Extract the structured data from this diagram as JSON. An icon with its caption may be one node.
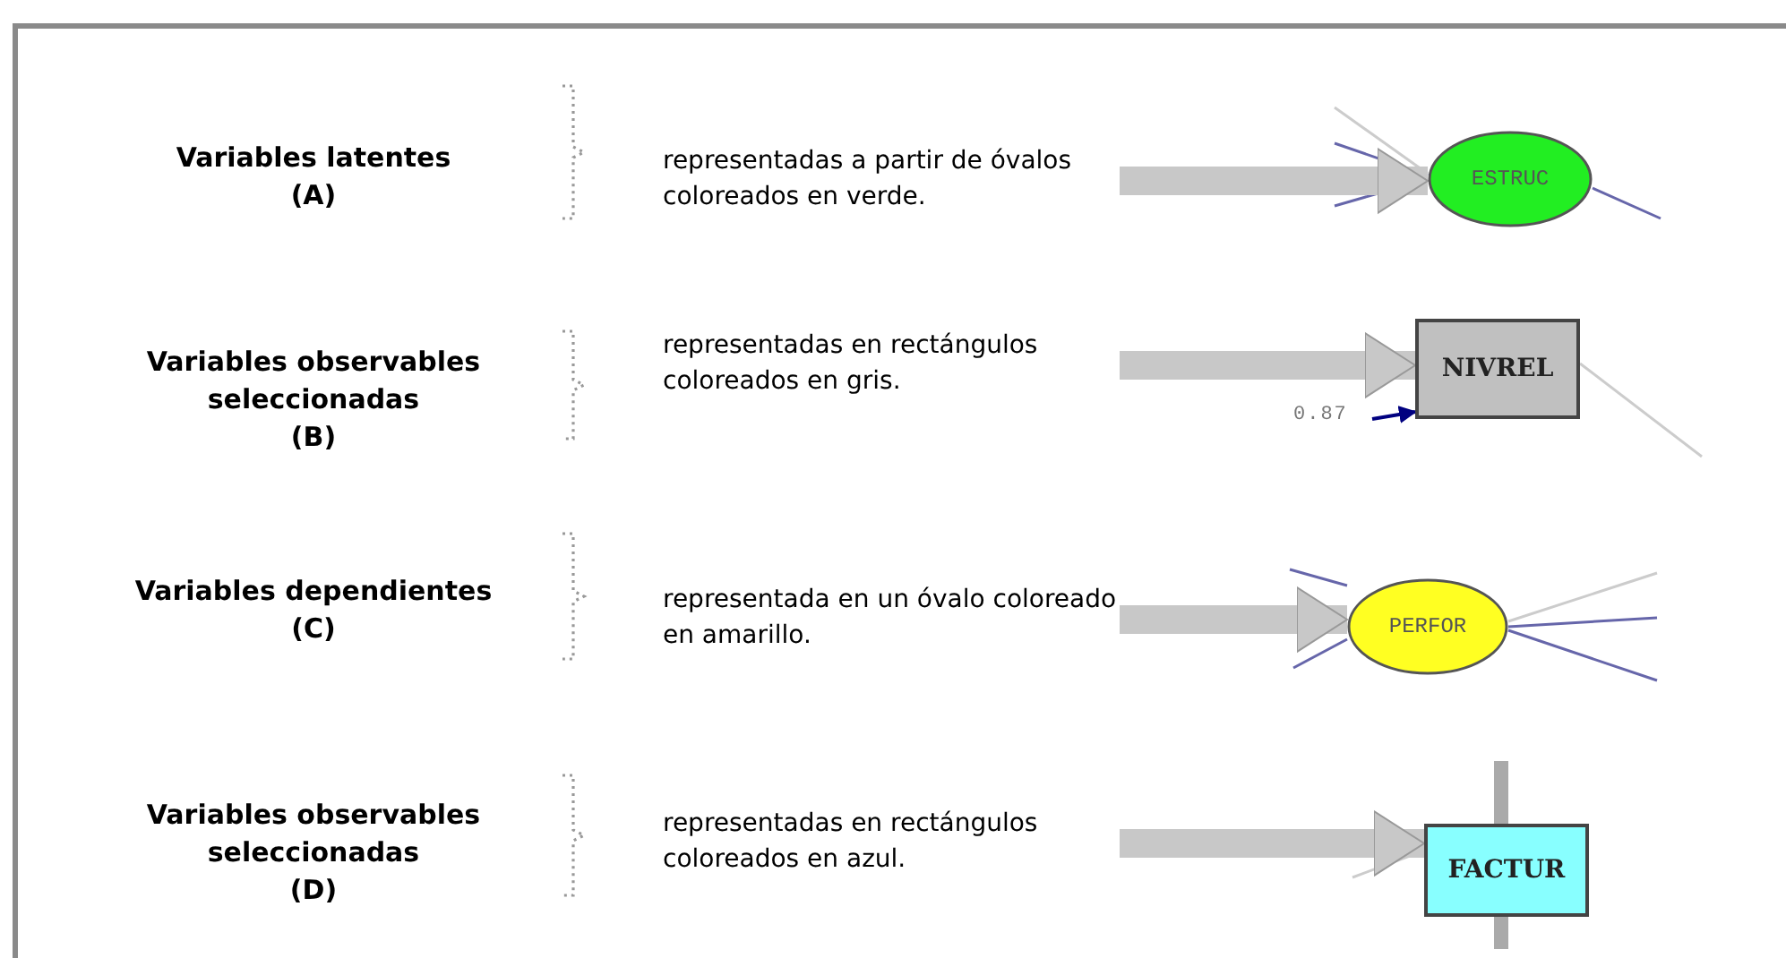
{
  "diagram": {
    "nodes": [
      {
        "text": [
          "Variables latentes",
          "(A)"
        ]
      },
      {
        "text": [
          "representadas a partir de óvalos coloreados en verde."
        ]
      },
      {
        "text": [
          "ESTRUC"
        ]
      },
      {
        "text": [
          "Variables observables seleccionadas",
          "(B)"
        ]
      },
      {
        "text": [
          "representadas en rectángulos coloreados en gris."
        ]
      },
      {
        "text": [
          "0.87"
        ]
      },
      {
        "text": [
          "NIVREL"
        ]
      },
      {
        "text": [
          "Variables dependientes",
          "(C)"
        ]
      },
      {
        "text": [
          "representada en un óvalo coloreado en amarillo."
        ]
      },
      {
        "text": [
          "PERFOR"
        ]
      },
      {
        "text": [
          "Variables observables seleccionadas",
          "(D)"
        ]
      },
      {
        "text": [
          "representadas en rectángulos coloreados en azul."
        ]
      },
      {
        "text": [
          "FACTUR"
        ]
      }
    ],
    "edges": [
      {
        "from": 1,
        "to": 2,
        "arrow": "to"
      },
      {
        "from": 4,
        "to": 6,
        "arrow": "to"
      },
      {
        "from": 5,
        "to": 6,
        "arrow": "to",
        "color": "#000080"
      },
      {
        "from": 8,
        "to": 9,
        "arrow": "to"
      },
      {
        "from": 11,
        "to": 12,
        "arrow": "to"
      }
    ]
  }
}
